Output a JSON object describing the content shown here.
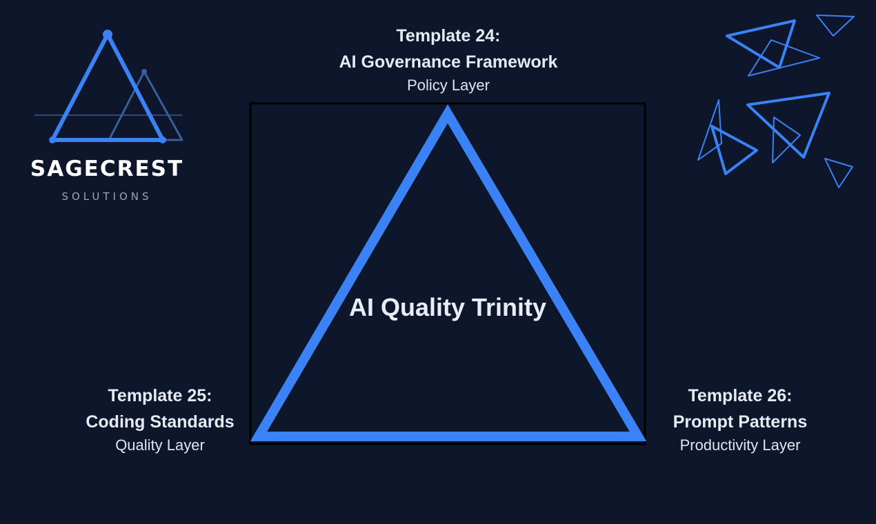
{
  "brand": {
    "name": "SAGECREST",
    "tagline": "SOLUTIONS"
  },
  "diagram": {
    "center_title": "AI Quality Trinity",
    "nodes": [
      {
        "id": "top",
        "line1": "Template 24:",
        "line2": "AI Governance Framework",
        "layer": "Policy Layer"
      },
      {
        "id": "left",
        "line1": "Template 25:",
        "line2": "Coding Standards",
        "layer": "Quality Layer"
      },
      {
        "id": "right",
        "line1": "Template 26:",
        "line2": "Prompt Patterns",
        "layer": "Productivity Layer"
      }
    ]
  },
  "colors": {
    "background": "#0e162b",
    "accent": "#3b82f6",
    "text": "#e6ebf3"
  },
  "icons": [
    "logo-triangle-icon",
    "decorative-triangles"
  ]
}
